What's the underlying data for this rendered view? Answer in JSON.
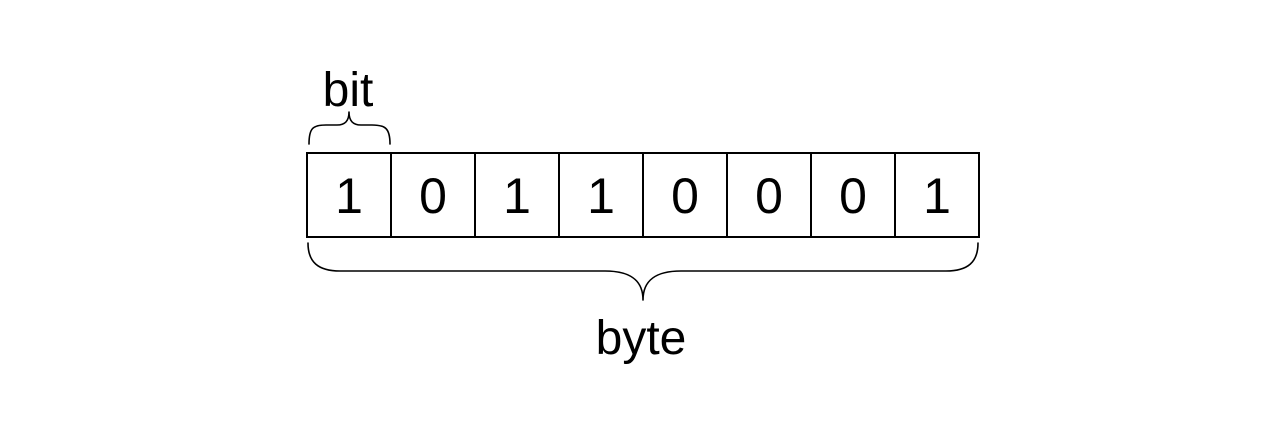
{
  "labels": {
    "bit": "bit",
    "byte": "byte"
  },
  "bits": [
    "1",
    "0",
    "1",
    "1",
    "0",
    "0",
    "0",
    "1"
  ]
}
